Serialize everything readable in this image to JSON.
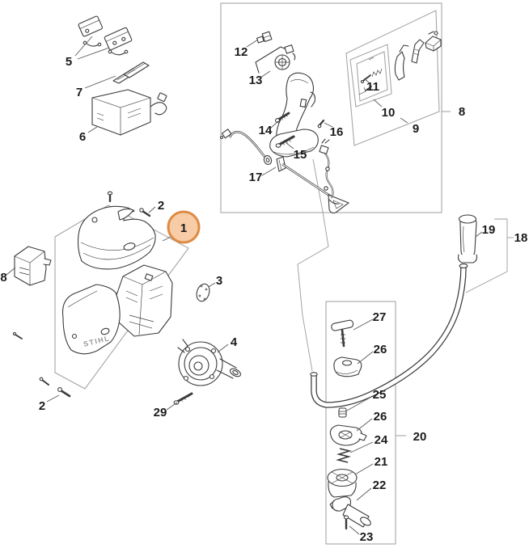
{
  "diagram": {
    "type": "exploded-parts-diagram",
    "brand_logo": "STIHL",
    "background": "#ffffff",
    "colors": {
      "part_outline": "#3b3b3b",
      "box_outline": "#a6a6a6",
      "leader_line": "#5a5a5a",
      "label_color": "#1b1b1b"
    },
    "highlight": {
      "callout": "1",
      "fill": "#f7cca6",
      "stroke": "#de8b45"
    },
    "callouts": {
      "c1": "1",
      "c2_top": "2",
      "c2_bottom": "2",
      "c3": "3",
      "c4": "4",
      "c5": "5",
      "c6": "6",
      "c7": "7",
      "c8_left": "8",
      "c8_right": "8",
      "c9": "9",
      "c10": "10",
      "c11": "11",
      "c12": "12",
      "c13": "13",
      "c14": "14",
      "c15": "15",
      "c16": "16",
      "c17": "17",
      "c18": "18",
      "c19": "19",
      "c20": "20",
      "c21": "21",
      "c22": "22",
      "c23": "23",
      "c24": "24",
      "c25": "25",
      "c26_upper": "26",
      "c26_lower": "26",
      "c27": "27",
      "c29": "29"
    }
  }
}
